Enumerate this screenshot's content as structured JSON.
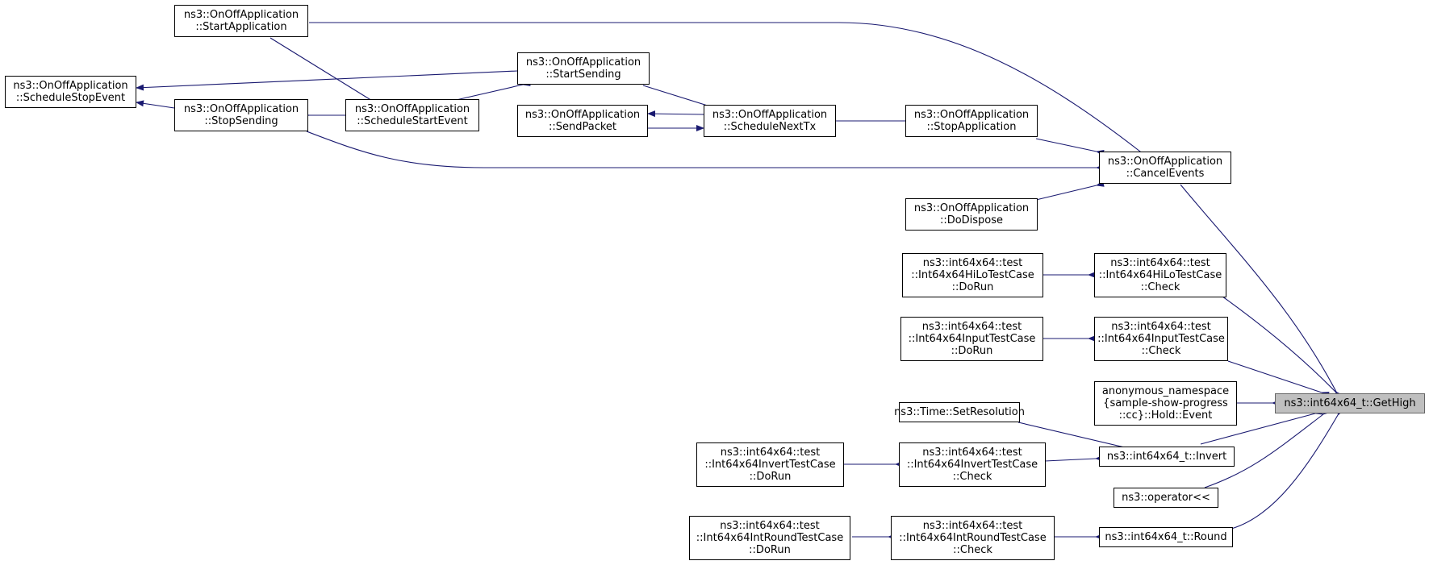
{
  "colors": {
    "edge": "#191970",
    "node_border": "#000000",
    "focus_fill": "#bfbfbf",
    "background": "#ffffff"
  },
  "nodes": {
    "start_application": [
      "ns3::OnOffApplication",
      "::StartApplication"
    ],
    "schedule_stop_event": [
      "ns3::OnOffApplication",
      "::ScheduleStopEvent"
    ],
    "stop_sending": [
      "ns3::OnOffApplication",
      "::StopSending"
    ],
    "schedule_start_event": [
      "ns3::OnOffApplication",
      "::ScheduleStartEvent"
    ],
    "start_sending": [
      "ns3::OnOffApplication",
      "::StartSending"
    ],
    "send_packet": [
      "ns3::OnOffApplication",
      "::SendPacket"
    ],
    "schedule_next_tx": [
      "ns3::OnOffApplication",
      "::ScheduleNextTx"
    ],
    "stop_application": [
      "ns3::OnOffApplication",
      "::StopApplication"
    ],
    "do_dispose": [
      "ns3::OnOffApplication",
      "::DoDispose"
    ],
    "cancel_events": [
      "ns3::OnOffApplication",
      "::CancelEvents"
    ],
    "hilo_dorun": [
      "ns3::int64x64::test",
      "::Int64x64HiLoTestCase",
      "::DoRun"
    ],
    "hilo_check": [
      "ns3::int64x64::test",
      "::Int64x64HiLoTestCase",
      "::Check"
    ],
    "input_dorun": [
      "ns3::int64x64::test",
      "::Int64x64InputTestCase",
      "::DoRun"
    ],
    "input_check": [
      "ns3::int64x64::test",
      "::Int64x64InputTestCase",
      "::Check"
    ],
    "hold_event": [
      "anonymous_namespace",
      "{sample-show-progress",
      "::cc}::Hold::Event"
    ],
    "get_high": [
      "ns3::int64x64_t::GetHigh"
    ],
    "set_resolution": [
      "ns3::Time::SetResolution"
    ],
    "invert_dorun": [
      "ns3::int64x64::test",
      "::Int64x64InvertTestCase",
      "::DoRun"
    ],
    "invert_check": [
      "ns3::int64x64::test",
      "::Int64x64InvertTestCase",
      "::Check"
    ],
    "invert": [
      "ns3::int64x64_t::Invert"
    ],
    "operator_ll": [
      "ns3::operator<<"
    ],
    "intround_dorun": [
      "ns3::int64x64::test",
      "::Int64x64IntRoundTestCase",
      "::DoRun"
    ],
    "intround_check": [
      "ns3::int64x64::test",
      "::Int64x64IntRoundTestCase",
      "::Check"
    ],
    "round": [
      "ns3::int64x64_t::Round"
    ]
  },
  "edges": [
    [
      "start_application",
      "cancel_events"
    ],
    [
      "start_sending",
      "schedule_stop_event"
    ],
    [
      "stop_sending",
      "schedule_stop_event"
    ],
    [
      "schedule_start_event",
      "stop_sending"
    ],
    [
      "schedule_start_event",
      "start_application"
    ],
    [
      "start_sending",
      "schedule_start_event"
    ],
    [
      "schedule_next_tx",
      "start_sending"
    ],
    [
      "schedule_next_tx",
      "send_packet"
    ],
    [
      "send_packet",
      "schedule_next_tx"
    ],
    [
      "stop_application",
      "schedule_next_tx"
    ],
    [
      "cancel_events",
      "stop_application"
    ],
    [
      "cancel_events",
      "do_dispose"
    ],
    [
      "cancel_events",
      "stop_sending"
    ],
    [
      "get_high",
      "cancel_events"
    ],
    [
      "hilo_check",
      "hilo_dorun"
    ],
    [
      "get_high",
      "hilo_check"
    ],
    [
      "input_check",
      "input_dorun"
    ],
    [
      "get_high",
      "input_check"
    ],
    [
      "get_high",
      "hold_event"
    ],
    [
      "get_high",
      "invert"
    ],
    [
      "invert",
      "set_resolution"
    ],
    [
      "invert",
      "invert_check"
    ],
    [
      "invert_check",
      "invert_dorun"
    ],
    [
      "get_high",
      "operator_ll"
    ],
    [
      "get_high",
      "round"
    ],
    [
      "round",
      "intround_check"
    ],
    [
      "intround_check",
      "intround_dorun"
    ]
  ]
}
